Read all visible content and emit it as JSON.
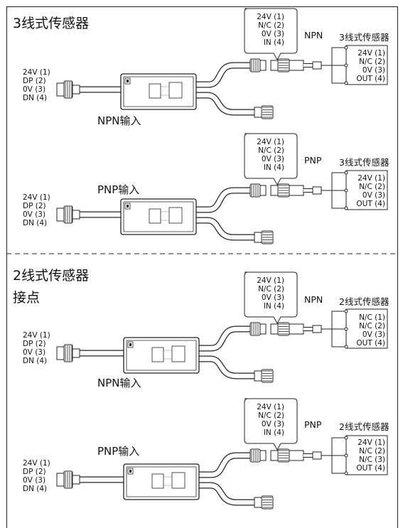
{
  "sections": [
    {
      "title": "3线式传感器",
      "subtitle": "",
      "diagrams": [
        {
          "input_label": "NPN输入",
          "left_pins": [
            "24V (1)",
            "DP (2)",
            "0V (3)",
            "DN (4)"
          ],
          "callout_pins": [
            "24V (1)",
            "N/C (2)",
            "0V (3)",
            "IN (4)"
          ],
          "sensor_type": "NPN",
          "sensor_title": "3线式传感器",
          "sensor_pins": [
            "24V (1)",
            "N/C (2)",
            "0V (3)",
            "OUT (4)"
          ]
        },
        {
          "input_label": "PNP输入",
          "left_pins": [
            "24V (1)",
            "DP (2)",
            "0V (3)",
            "DN (4)"
          ],
          "callout_pins": [
            "24V (1)",
            "N/C (2)",
            "0V (3)",
            "IN (4)"
          ],
          "sensor_type": "PNP",
          "sensor_title": "3线式传感器",
          "sensor_pins": [
            "24V (1)",
            "N/C (2)",
            "0V (3)",
            "OUT (4)"
          ]
        }
      ]
    },
    {
      "title": "2线式传感器",
      "subtitle": "接点",
      "diagrams": [
        {
          "input_label": "NPN输入",
          "left_pins": [
            "24V (1)",
            "DP (2)",
            "0V (3)",
            "DN (4)"
          ],
          "callout_pins": [
            "24V (1)",
            "N/C (2)",
            "0V (3)",
            "IN (4)"
          ],
          "sensor_type": "NPN",
          "sensor_title": "2线式传感器",
          "sensor_pins": [
            "N/C (1)",
            "N/C (2)",
            "0V (3)",
            "OUT (4)"
          ]
        },
        {
          "input_label": "PNP输入",
          "left_pins": [
            "24V (1)",
            "DP (2)",
            "0V (3)",
            "DN (4)"
          ],
          "callout_pins": [
            "24V (1)",
            "N/C (2)",
            "0V (3)",
            "IN (4)"
          ],
          "sensor_type": "PNP",
          "sensor_title": "2线式传感器",
          "sensor_pins": [
            "24V (1)",
            "N/C (2)",
            "N/C (3)",
            "OUT (4)"
          ]
        }
      ]
    }
  ]
}
